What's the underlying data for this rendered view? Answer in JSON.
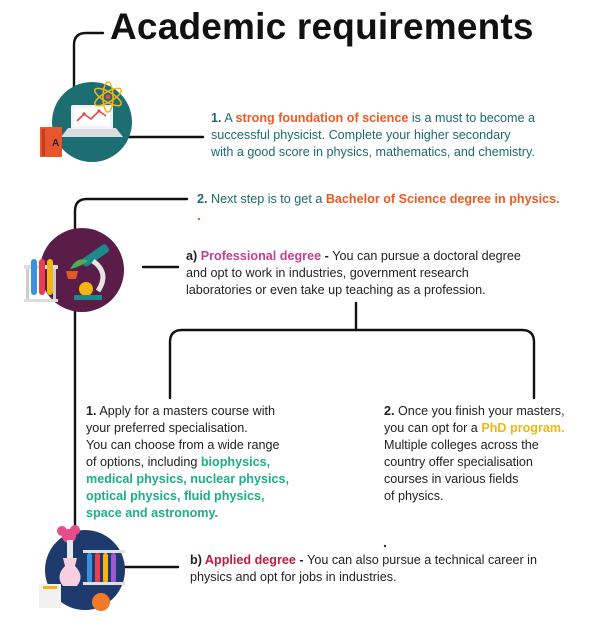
{
  "title": "Academic requirements",
  "colors": {
    "line": "#111111",
    "teal_text": "#1c6b6b",
    "orange_highlight": "#ec5b24",
    "pink_highlight": "#c53f8d",
    "green_highlight": "#1cae86",
    "gold_highlight": "#f2b515",
    "crimson_highlight": "#c21a40",
    "icon1_circle": "#1d6e72",
    "icon2_circle": "#5a1c49",
    "icon3_circle": "#1e3a6d"
  },
  "icons": {
    "step1": "science-laptop-atom-icon",
    "step2": "microscope-lab-icon",
    "step3": "flasks-test-tubes-icon"
  },
  "step1": {
    "number": "1.",
    "pre": " A ",
    "highlight": "strong foundation of science",
    "post": " is a must to become a",
    "line2": "successful physicist. Complete your higher secondary",
    "line3": "with a good score in physics, mathematics, and chemistry."
  },
  "step2": {
    "number": "2.",
    "pre": " Next step is to get a ",
    "highlight": "Bachelor of Science degree in physics."
  },
  "professional": {
    "label": "a)",
    "highlight": " Professional degree",
    "dash": " - ",
    "line1_rest": "You can pursue a doctoral degree",
    "line2": "and opt to work in industries, government research",
    "line3": "laboratories or even take up teaching as a profession."
  },
  "masters": {
    "number": "1.",
    "line1": " Apply for a masters course with",
    "line2": "your preferred specialisation.",
    "line3": "You can choose from a wide range",
    "line4_pre": "of options, including ",
    "line4_hl": "biophysics,",
    "line5": "medical physics, nuclear physics,",
    "line6": "optical physics, fluid physics,",
    "line7": "space and astronomy."
  },
  "phd": {
    "number": "2.",
    "line1": " Once you finish your masters,",
    "line2_pre": "you can opt for a ",
    "line2_hl": "PhD program.",
    "line3": "Multiple colleges across the",
    "line4": "country offer specialisation",
    "line5": "courses in various fields",
    "line6": "of physics."
  },
  "applied": {
    "label": "b)",
    "highlight": " Applied degree",
    "dash": " - ",
    "line1_rest": "You can also pursue a technical career in",
    "line2": "physics and opt for jobs in industries."
  }
}
